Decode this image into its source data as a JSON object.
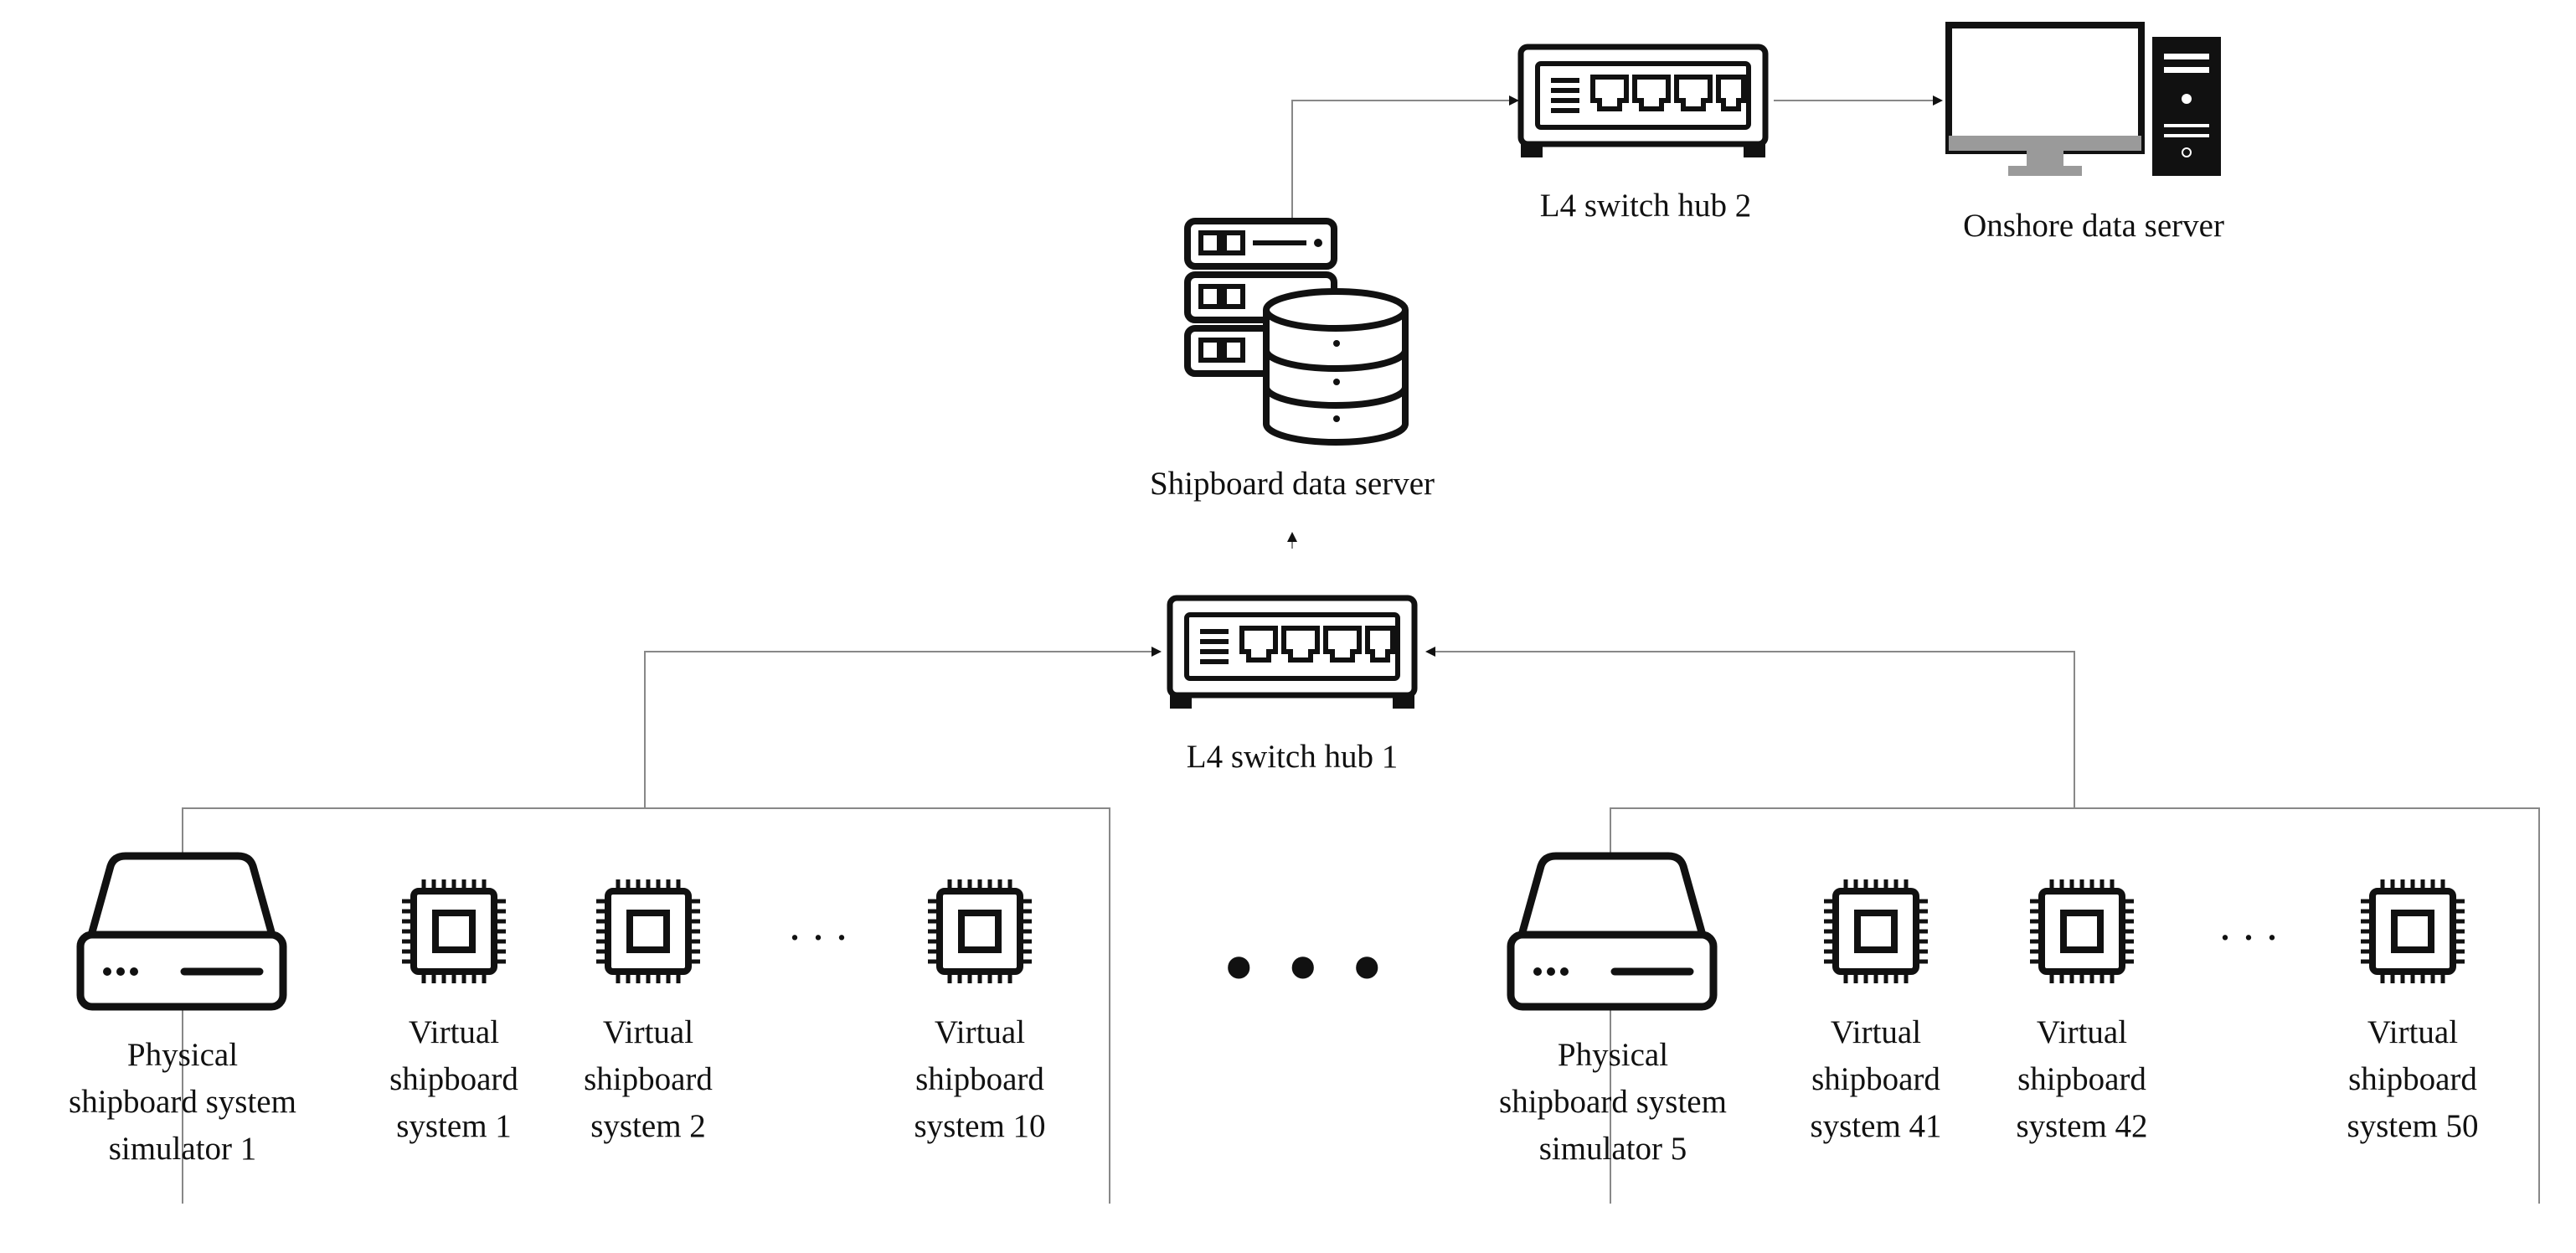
{
  "labels": {
    "hub2": "L4 switch hub 2",
    "onshore": "Onshore data server",
    "shipboard_server": "Shipboard data server",
    "hub1": "L4 switch hub 1",
    "phys1": [
      "Physical",
      "shipboard system",
      "simulator 1"
    ],
    "virt1": [
      "Virtual",
      "shipboard",
      "system 1"
    ],
    "virt2": [
      "Virtual",
      "shipboard",
      "system 2"
    ],
    "virt10": [
      "Virtual",
      "shipboard",
      "system 10"
    ],
    "phys5": [
      "Physical",
      "shipboard system",
      "simulator 5"
    ],
    "virt41": [
      "Virtual",
      "shipboard",
      "system 41"
    ],
    "virt42": [
      "Virtual",
      "shipboard",
      "system 42"
    ],
    "virt50": [
      "Virtual",
      "shipboard",
      "system 50"
    ]
  },
  "ellipsis": {
    "small": "···",
    "large": "•••"
  },
  "icons": {
    "switch": "network-switch-icon",
    "desktop": "desktop-computer-icon",
    "server": "server-database-icon",
    "simulator": "hardware-box-icon",
    "chip": "processor-chip-icon"
  },
  "colors": {
    "line": "#888888",
    "icon": "#111111",
    "monitor_bezel": "#9a9a9a"
  }
}
